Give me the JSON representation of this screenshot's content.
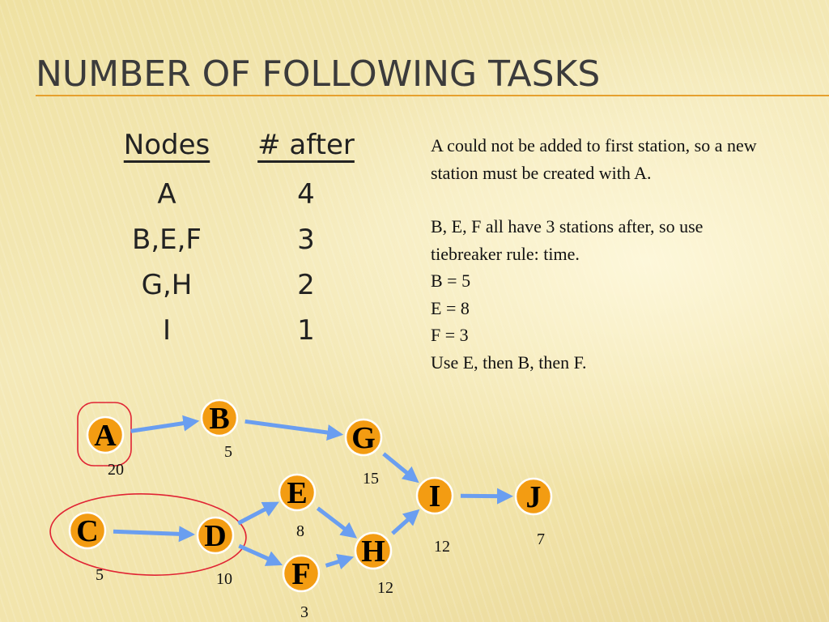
{
  "slide": {
    "title": "NUMBER OF FOLLOWING TASKS"
  },
  "table": {
    "header_nodes": "Nodes",
    "header_after": "# after",
    "rows": [
      {
        "nodes": "A",
        "after": "4"
      },
      {
        "nodes": "B,E,F",
        "after": "3"
      },
      {
        "nodes": "G,H",
        "after": "2"
      },
      {
        "nodes": "I",
        "after": "1"
      }
    ]
  },
  "notes": {
    "para1": "A could not be added to first station, so a new station must be created with  A.",
    "lines": [
      "B, E, F all have 3 stations after, so use tiebreaker rule: time.",
      "B = 5",
      "E = 8",
      "F = 3",
      "Use E, then B, then F."
    ]
  },
  "diagram": {
    "colors": {
      "node": "#f39c12",
      "edge": "#6a9ef0",
      "highlight_ring": "#e02434"
    },
    "nodes": [
      {
        "id": "A",
        "time": "20"
      },
      {
        "id": "B",
        "time": "5"
      },
      {
        "id": "G",
        "time": "15"
      },
      {
        "id": "C",
        "time": "5"
      },
      {
        "id": "D",
        "time": "10"
      },
      {
        "id": "E",
        "time": "8"
      },
      {
        "id": "F",
        "time": "3"
      },
      {
        "id": "H",
        "time": "12"
      },
      {
        "id": "I",
        "time": "12"
      },
      {
        "id": "J",
        "time": "7"
      }
    ],
    "edges": [
      [
        "A",
        "B"
      ],
      [
        "B",
        "G"
      ],
      [
        "G",
        "I"
      ],
      [
        "C",
        "D"
      ],
      [
        "D",
        "E"
      ],
      [
        "D",
        "F"
      ],
      [
        "E",
        "H"
      ],
      [
        "F",
        "H"
      ],
      [
        "H",
        "I"
      ],
      [
        "I",
        "J"
      ]
    ],
    "highlighted": [
      [
        "A"
      ],
      [
        "C",
        "D"
      ]
    ]
  }
}
